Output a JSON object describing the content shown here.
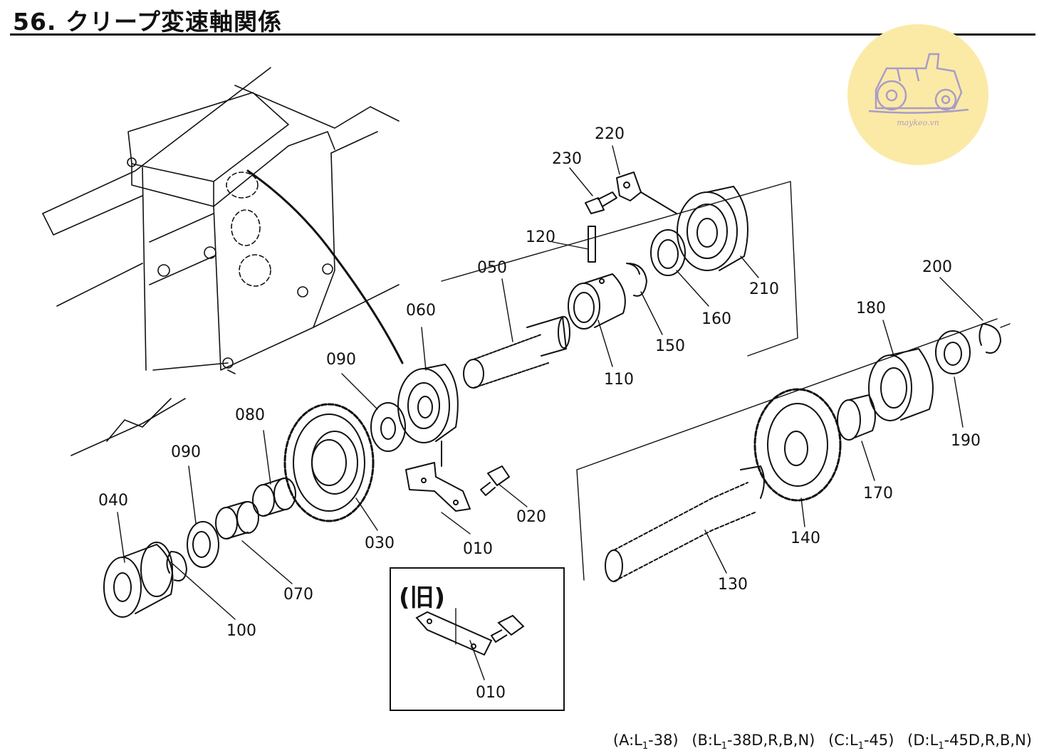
{
  "header": {
    "title": "56. クリープ変速軸関係"
  },
  "logo": {
    "text": "maykeo.vn",
    "bg_color": "#fbeaa6",
    "icon": "tractor-icon"
  },
  "inset": {
    "label": "(旧)",
    "part": "010"
  },
  "parts": {
    "p010": "010",
    "p020": "020",
    "p030": "030",
    "p040": "040",
    "p050": "050",
    "p060": "060",
    "p070": "070",
    "p080": "080",
    "p090a": "090",
    "p090b": "090",
    "p100": "100",
    "p110": "110",
    "p120": "120",
    "p130": "130",
    "p140": "140",
    "p150": "150",
    "p160": "160",
    "p170": "170",
    "p180": "180",
    "p190": "190",
    "p200": "200",
    "p210": "210",
    "p220": "220",
    "p230": "230"
  },
  "footer": {
    "items": [
      {
        "prefix": "(A:L",
        "sub": "1",
        "suffix": "-38)"
      },
      {
        "prefix": "(B:L",
        "sub": "1",
        "suffix": "-38D,R,B,N)"
      },
      {
        "prefix": "(C:L",
        "sub": "1",
        "suffix": "-45)"
      },
      {
        "prefix": "(D:L",
        "sub": "1",
        "suffix": "-45D,R,B,N)"
      }
    ]
  }
}
